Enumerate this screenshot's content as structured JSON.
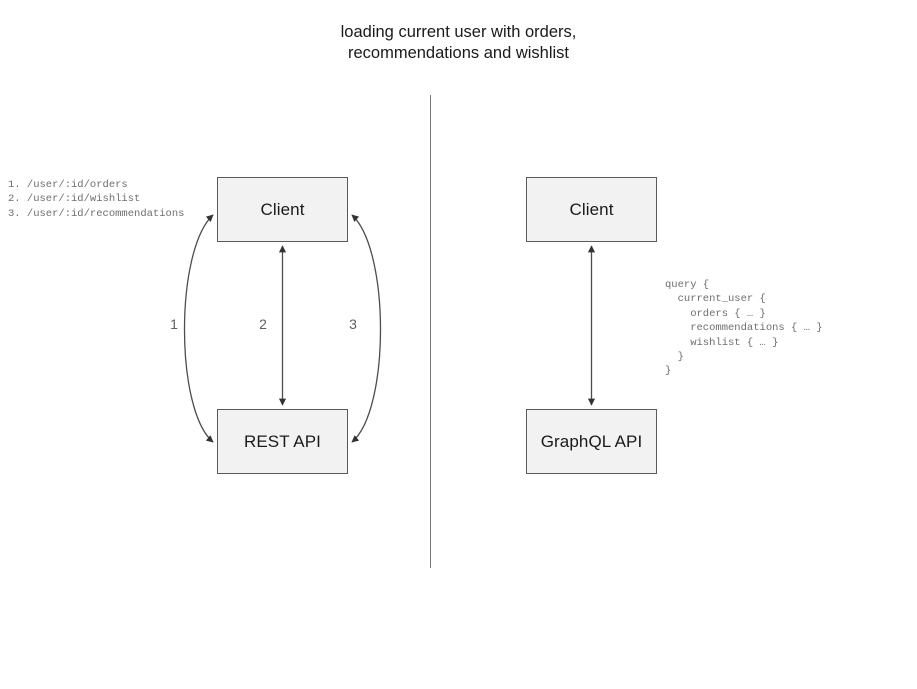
{
  "title": "loading current user with orders,\nrecommendations and wishlist",
  "divider": {
    "name": "vertical-divider"
  },
  "rest_side": {
    "client_box_label": "Client",
    "api_box_label": "REST API",
    "edges": [
      {
        "number": "1",
        "endpoint": "/user/:id/orders"
      },
      {
        "number": "2",
        "endpoint": "/user/:id/wishlist"
      },
      {
        "number": "3",
        "endpoint": "/user/:id/recommendations"
      }
    ],
    "endpoints_text": "1. /user/:id/orders\n2. /user/:id/wishlist\n3. /user/:id/recommendations"
  },
  "graphql_side": {
    "client_box_label": "Client",
    "api_box_label": "GraphQL API",
    "query_text": "query {\n  current_user {\n    orders { … }\n    recommendations { … }\n    wishlist { … }\n  }\n}"
  },
  "colors": {
    "box_fill": "#f2f2f2",
    "box_stroke": "#5a5a5a",
    "arrow_stroke": "#4d4d4d",
    "divider": "#777777",
    "code_text": "#6e6e6e",
    "title_text": "#1a1a1a",
    "number_text": "#5e5e5e"
  }
}
